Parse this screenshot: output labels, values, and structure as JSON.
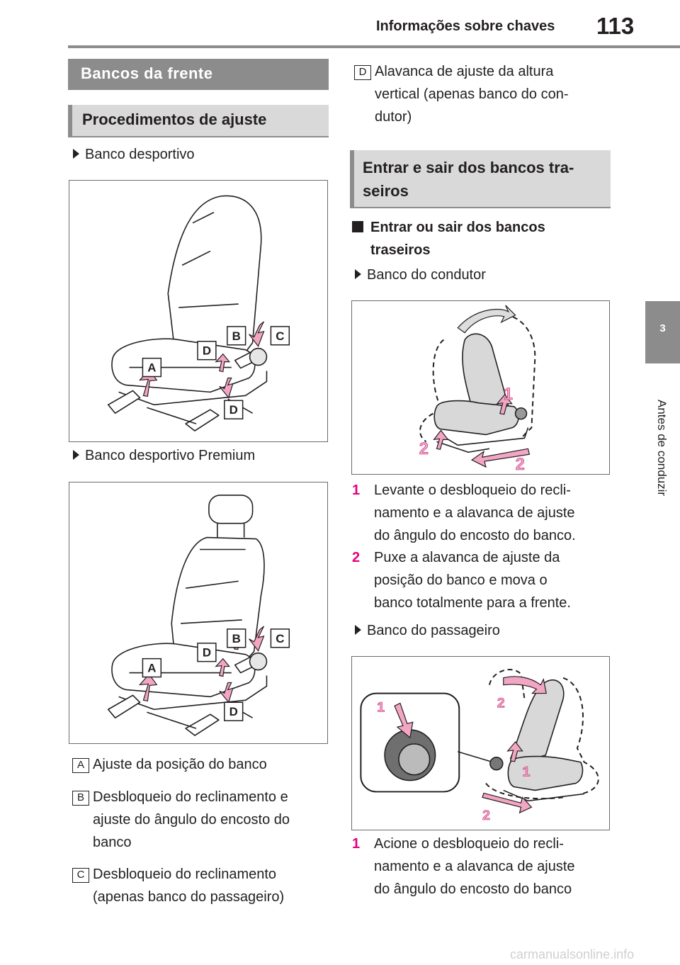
{
  "header": {
    "title": "Informações sobre chaves",
    "page_number": "113"
  },
  "side_tab": {
    "number": "3",
    "label": "Antes de conduzir"
  },
  "left": {
    "section_title": "Bancos da frente",
    "subsection_title": "Procedimentos de ajuste",
    "bullet_1": "Banco desportivo",
    "bullet_2": "Banco desportivo Premium",
    "fig_labels": {
      "a": "A",
      "b": "B",
      "c": "C",
      "d": "D"
    },
    "items": [
      {
        "letter": "A",
        "lines": [
          "Ajuste da posição do banco"
        ]
      },
      {
        "letter": "B",
        "lines": [
          "Desbloqueio do reclinamento e",
          "ajuste do ângulo do encosto do",
          "banco"
        ]
      },
      {
        "letter": "C",
        "lines": [
          "Desbloqueio do reclinamento",
          "(apenas banco do passageiro)"
        ]
      }
    ]
  },
  "right": {
    "item_d": {
      "letter": "D",
      "lines": [
        "Alavanca de ajuste da altura",
        "vertical (apenas banco do con-",
        "dutor)"
      ]
    },
    "subsection_title_lines": [
      "Entrar e sair dos bancos tra-",
      "seiros"
    ],
    "heading_lines": [
      "Entrar ou sair dos bancos",
      "traseiros"
    ],
    "bullet_driver": "Banco do condutor",
    "bullet_passenger": "Banco do passageiro",
    "fig_numbers": {
      "one": "1",
      "two": "2"
    },
    "steps_driver": [
      {
        "num": "1",
        "lines": [
          "Levante o desbloqueio do recli-",
          "namento e a alavanca de ajuste",
          "do ângulo do encosto do banco."
        ]
      },
      {
        "num": "2",
        "lines": [
          "Puxe a alavanca de ajuste da",
          "posição do banco e mova o",
          "banco totalmente para a frente."
        ]
      }
    ],
    "steps_passenger": [
      {
        "num": "1",
        "lines": [
          "Acione o desbloqueio do recli-",
          "namento e a alavanca de ajuste",
          "do ângulo do encosto do banco"
        ]
      }
    ]
  },
  "footer": {
    "watermark": "carmanualsonline.info"
  },
  "colors": {
    "accent_gray": "#8c8c8c",
    "light_gray": "#d9d9d9",
    "step_magenta": "#e4007f",
    "arrow_pink": "#f3a6c4"
  }
}
